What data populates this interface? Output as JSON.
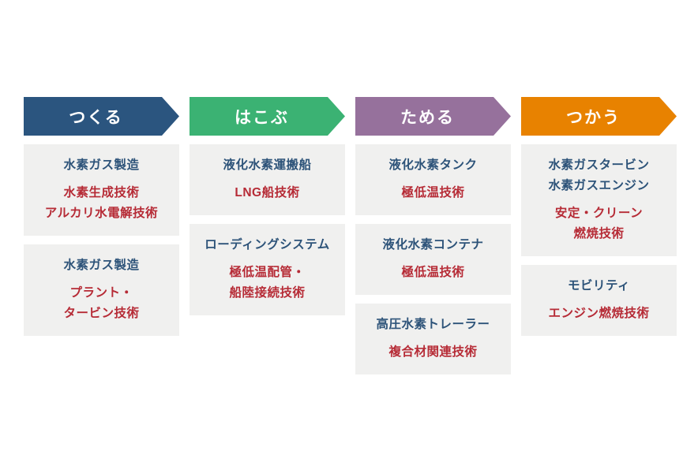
{
  "diagram": {
    "text_colors": {
      "title": "#2d5379",
      "tech": "#b62b36"
    },
    "card_background": "#f0f0ef",
    "columns": [
      {
        "id": "make",
        "label": "つくる",
        "color": "#2b557f",
        "cards": [
          {
            "title": [
              "水素ガス製造"
            ],
            "tech": [
              "水素生成技術",
              "アルカリ水電解技術"
            ]
          },
          {
            "title": [
              "水素ガス製造"
            ],
            "tech": [
              "プラント・",
              "タービン技術"
            ]
          }
        ]
      },
      {
        "id": "carry",
        "label": "はこぶ",
        "color": "#3bb273",
        "cards": [
          {
            "title": [
              "液化水素運搬船"
            ],
            "tech": [
              "LNG船技術"
            ]
          },
          {
            "title": [
              "ローディングシステム"
            ],
            "tech": [
              "極低温配管・",
              "船陸接続技術"
            ]
          }
        ]
      },
      {
        "id": "store",
        "label": "ためる",
        "color": "#96719c",
        "cards": [
          {
            "title": [
              "液化水素タンク"
            ],
            "tech": [
              "極低温技術"
            ]
          },
          {
            "title": [
              "液化水素コンテナ"
            ],
            "tech": [
              "極低温技術"
            ]
          },
          {
            "title": [
              "高圧水素トレーラー"
            ],
            "tech": [
              "複合材関連技術"
            ]
          }
        ]
      },
      {
        "id": "use",
        "label": "つかう",
        "color": "#e88200",
        "cards": [
          {
            "title": [
              "水素ガスタービン",
              "水素ガスエンジン"
            ],
            "tech": [
              "安定・クリーン",
              "燃焼技術"
            ]
          },
          {
            "title": [
              "モビリティ"
            ],
            "tech": [
              "エンジン燃焼技術"
            ]
          }
        ]
      }
    ]
  }
}
